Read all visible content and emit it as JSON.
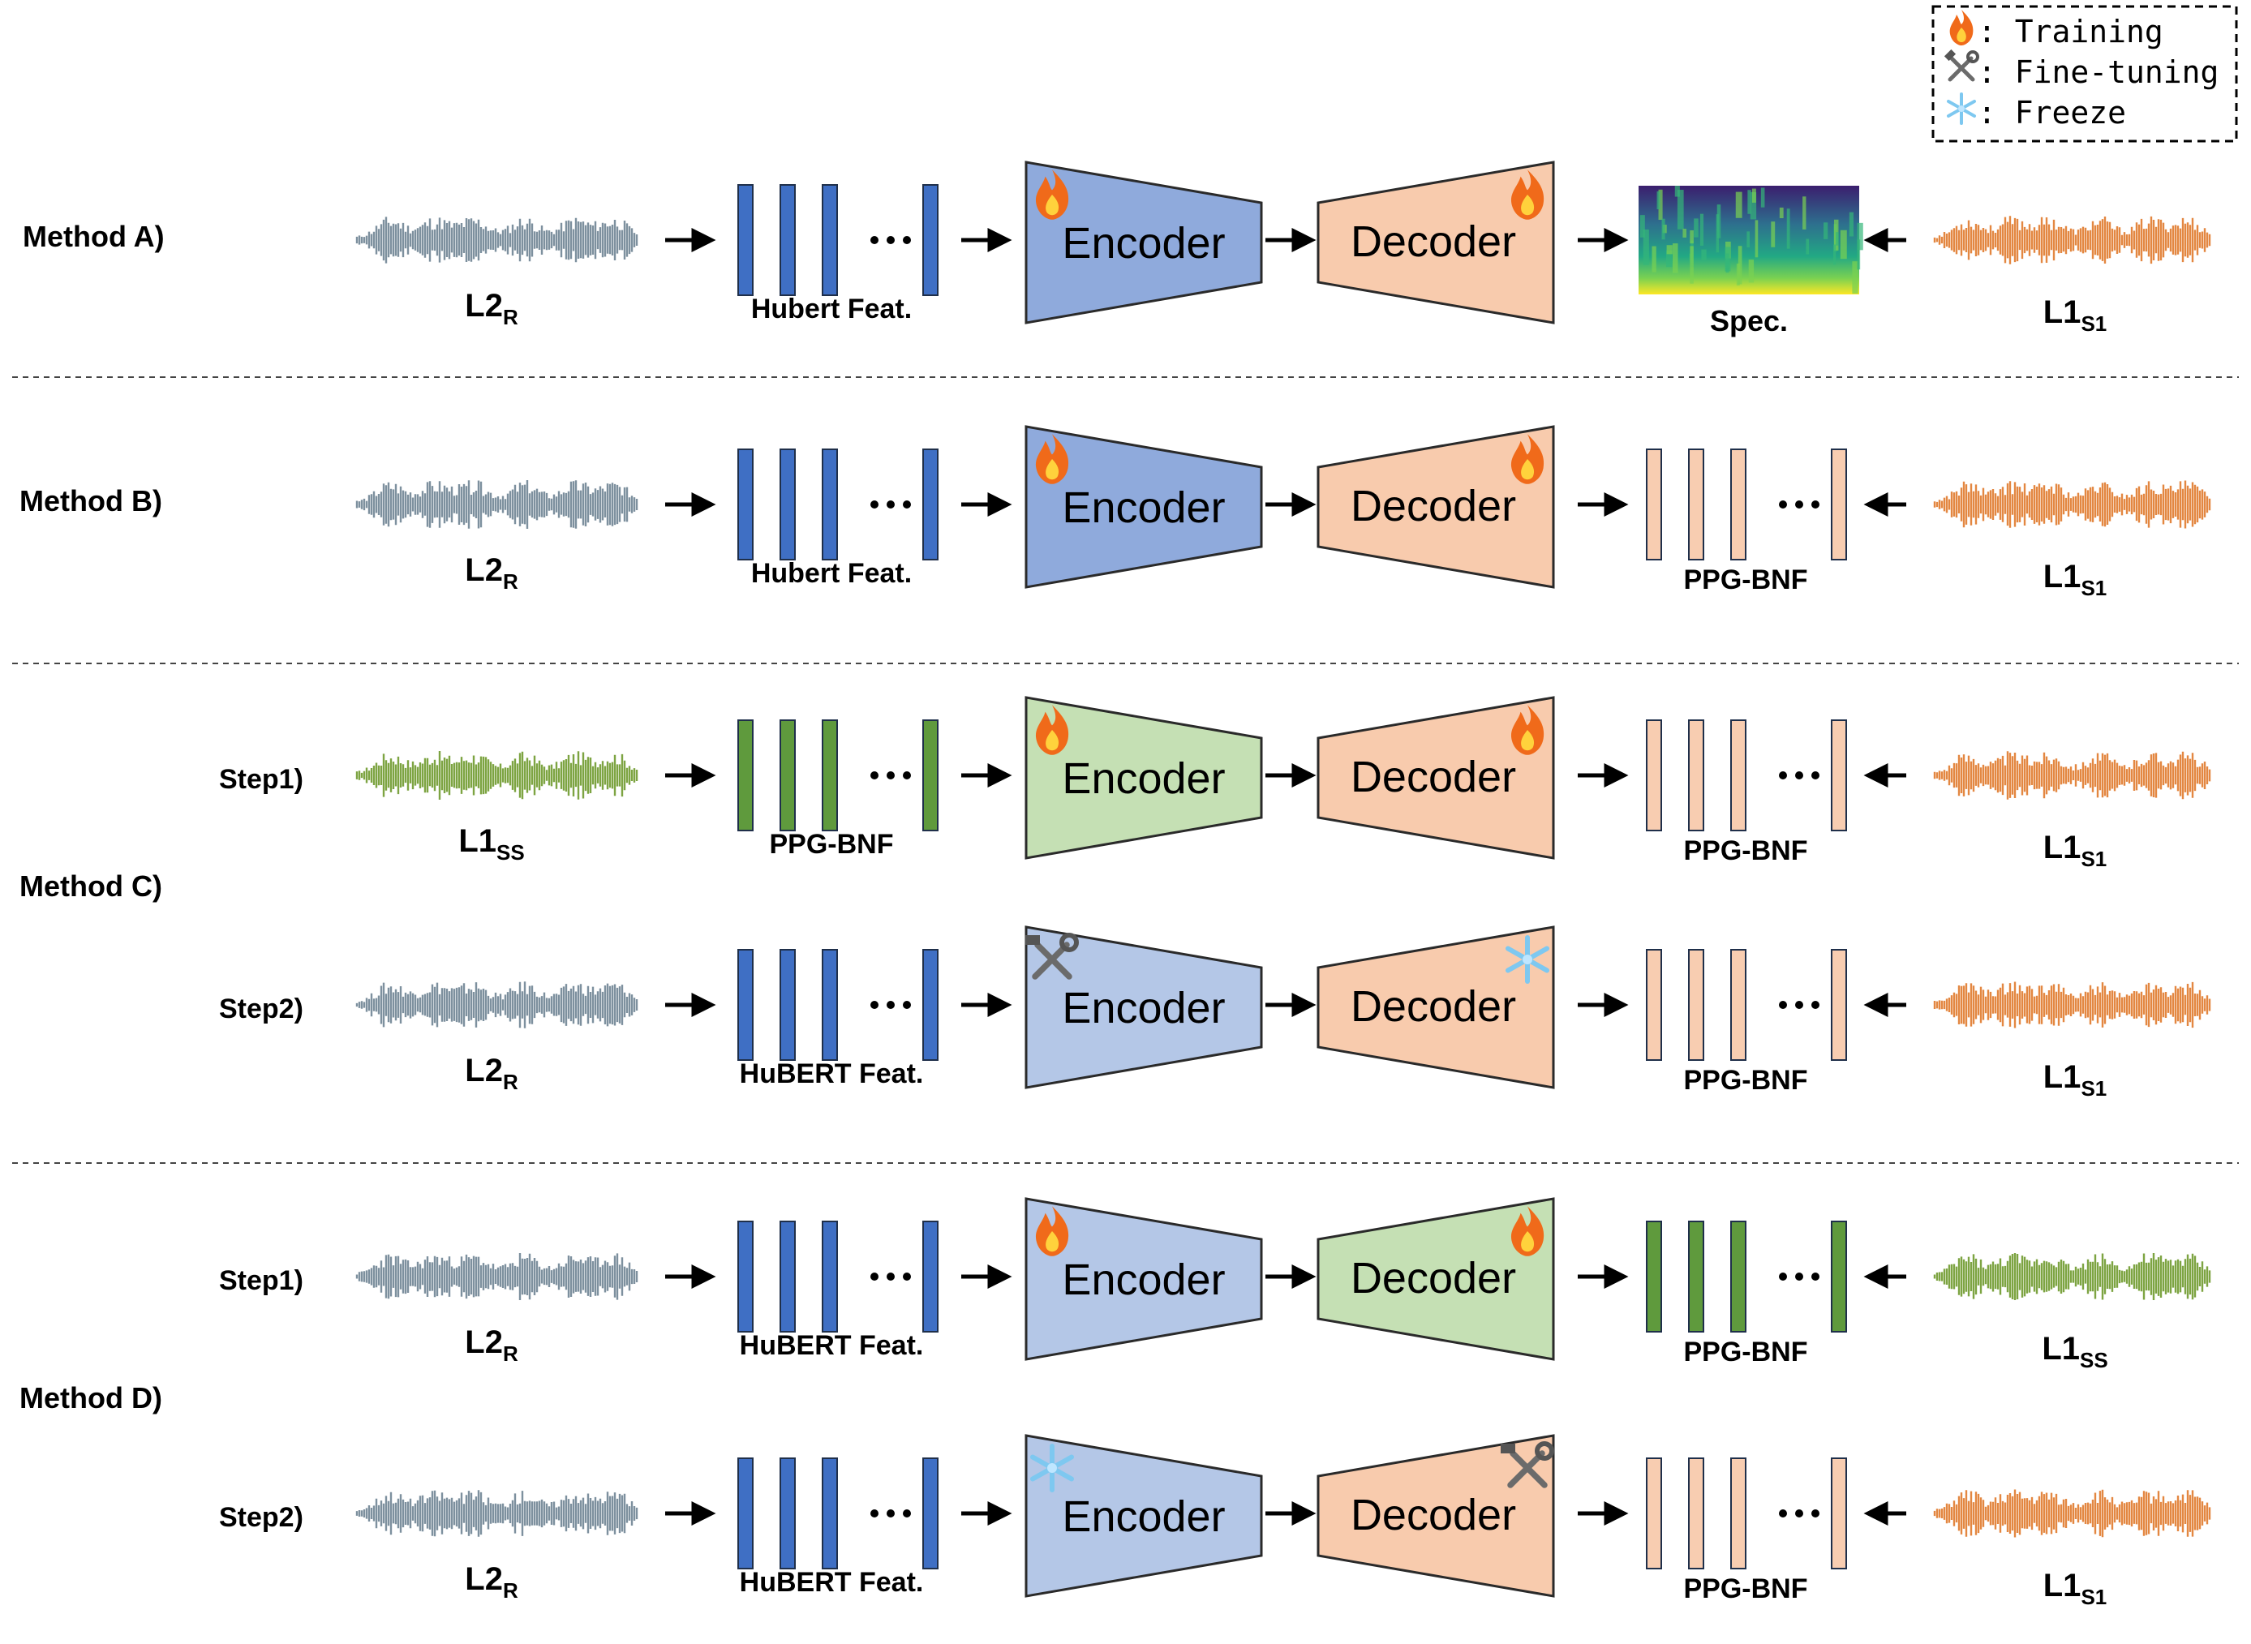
{
  "legend": {
    "items": [
      {
        "icon": "flame-icon",
        "text": ": Training"
      },
      {
        "icon": "tools-icon",
        "text": ": Fine-tuning"
      },
      {
        "icon": "snowflake-icon",
        "text": ": Freeze"
      }
    ]
  },
  "labels": {
    "ppg_bnf": "PPG-BNF",
    "spec": "Spec.",
    "step1": "Step1)",
    "step2": "Step2)"
  },
  "colors": {
    "wave_gray": "#6f8494",
    "wave_green": "#6f9a2e",
    "wave_orange": "#e07a2c",
    "feat_blue": "#3f6fc4",
    "feat_green": "#5f9a3d",
    "feat_peach": "#f8cdb1",
    "enc_blue_a": "#8faadc",
    "enc_blue_light": "#b4c7e7",
    "enc_green": "#c5e0b4",
    "dec_peach": "#f8cbad",
    "dec_green": "#c5e0b4"
  },
  "methods": [
    {
      "label": "Method A)"
    },
    {
      "label": "Method B)"
    },
    {
      "label": "Method C)"
    },
    {
      "label": "Method D)"
    }
  ],
  "rows": [
    {
      "step": "",
      "input": {
        "main": "L2",
        "sub": "R",
        "color": "gray"
      },
      "feature": {
        "label": "Hubert Feat.",
        "color": "blue"
      },
      "encoder": {
        "label": "Encoder",
        "fill": "#8faadc",
        "icon": "flame-icon"
      },
      "decoder": {
        "label": "Decoder",
        "fill": "#f8cbad",
        "icon": "flame-icon"
      },
      "output": {
        "type": "spectrogram",
        "label": "Spec."
      },
      "target": {
        "main": "L1",
        "sub": "S1",
        "color": "orange"
      }
    },
    {
      "step": "",
      "input": {
        "main": "L2",
        "sub": "R",
        "color": "gray"
      },
      "feature": {
        "label": "Hubert Feat.",
        "color": "blue"
      },
      "encoder": {
        "label": "Encoder",
        "fill": "#8faadc",
        "icon": "flame-icon"
      },
      "decoder": {
        "label": "Decoder",
        "fill": "#f8cbad",
        "icon": "flame-icon"
      },
      "output": {
        "type": "features",
        "label": "PPG-BNF",
        "color": "peach"
      },
      "target": {
        "main": "L1",
        "sub": "S1",
        "color": "orange"
      }
    },
    {
      "step": "Step1)",
      "input": {
        "main": "L1",
        "sub": "SS",
        "color": "green"
      },
      "feature": {
        "label": "PPG-BNF",
        "color": "green"
      },
      "encoder": {
        "label": "Encoder",
        "fill": "#c5e0b4",
        "icon": "flame-icon"
      },
      "decoder": {
        "label": "Decoder",
        "fill": "#f8cbad",
        "icon": "flame-icon"
      },
      "output": {
        "type": "features",
        "label": "PPG-BNF",
        "color": "peach"
      },
      "target": {
        "main": "L1",
        "sub": "S1",
        "color": "orange"
      }
    },
    {
      "step": "Step2)",
      "input": {
        "main": "L2",
        "sub": "R",
        "color": "gray"
      },
      "feature": {
        "label": "HuBERT Feat.",
        "color": "blue"
      },
      "encoder": {
        "label": "Encoder",
        "fill": "#b4c7e7",
        "icon": "tools-icon"
      },
      "decoder": {
        "label": "Decoder",
        "fill": "#f8cbad",
        "icon": "snowflake-icon"
      },
      "output": {
        "type": "features",
        "label": "PPG-BNF",
        "color": "peach"
      },
      "target": {
        "main": "L1",
        "sub": "S1",
        "color": "orange"
      }
    },
    {
      "step": "Step1)",
      "input": {
        "main": "L2",
        "sub": "R",
        "color": "gray"
      },
      "feature": {
        "label": "HuBERT Feat.",
        "color": "blue"
      },
      "encoder": {
        "label": "Encoder",
        "fill": "#b4c7e7",
        "icon": "flame-icon"
      },
      "decoder": {
        "label": "Decoder",
        "fill": "#c5e0b4",
        "icon": "flame-icon"
      },
      "output": {
        "type": "features",
        "label": "PPG-BNF",
        "color": "green"
      },
      "target": {
        "main": "L1",
        "sub": "SS",
        "color": "green"
      }
    },
    {
      "step": "Step2)",
      "input": {
        "main": "L2",
        "sub": "R",
        "color": "gray"
      },
      "feature": {
        "label": "HuBERT Feat.",
        "color": "blue"
      },
      "encoder": {
        "label": "Encoder",
        "fill": "#b4c7e7",
        "icon": "snowflake-icon"
      },
      "decoder": {
        "label": "Decoder",
        "fill": "#f8cbad",
        "icon": "tools-icon"
      },
      "output": {
        "type": "features",
        "label": "PPG-BNF",
        "color": "peach"
      },
      "target": {
        "main": "L1",
        "sub": "S1",
        "color": "orange"
      }
    }
  ]
}
